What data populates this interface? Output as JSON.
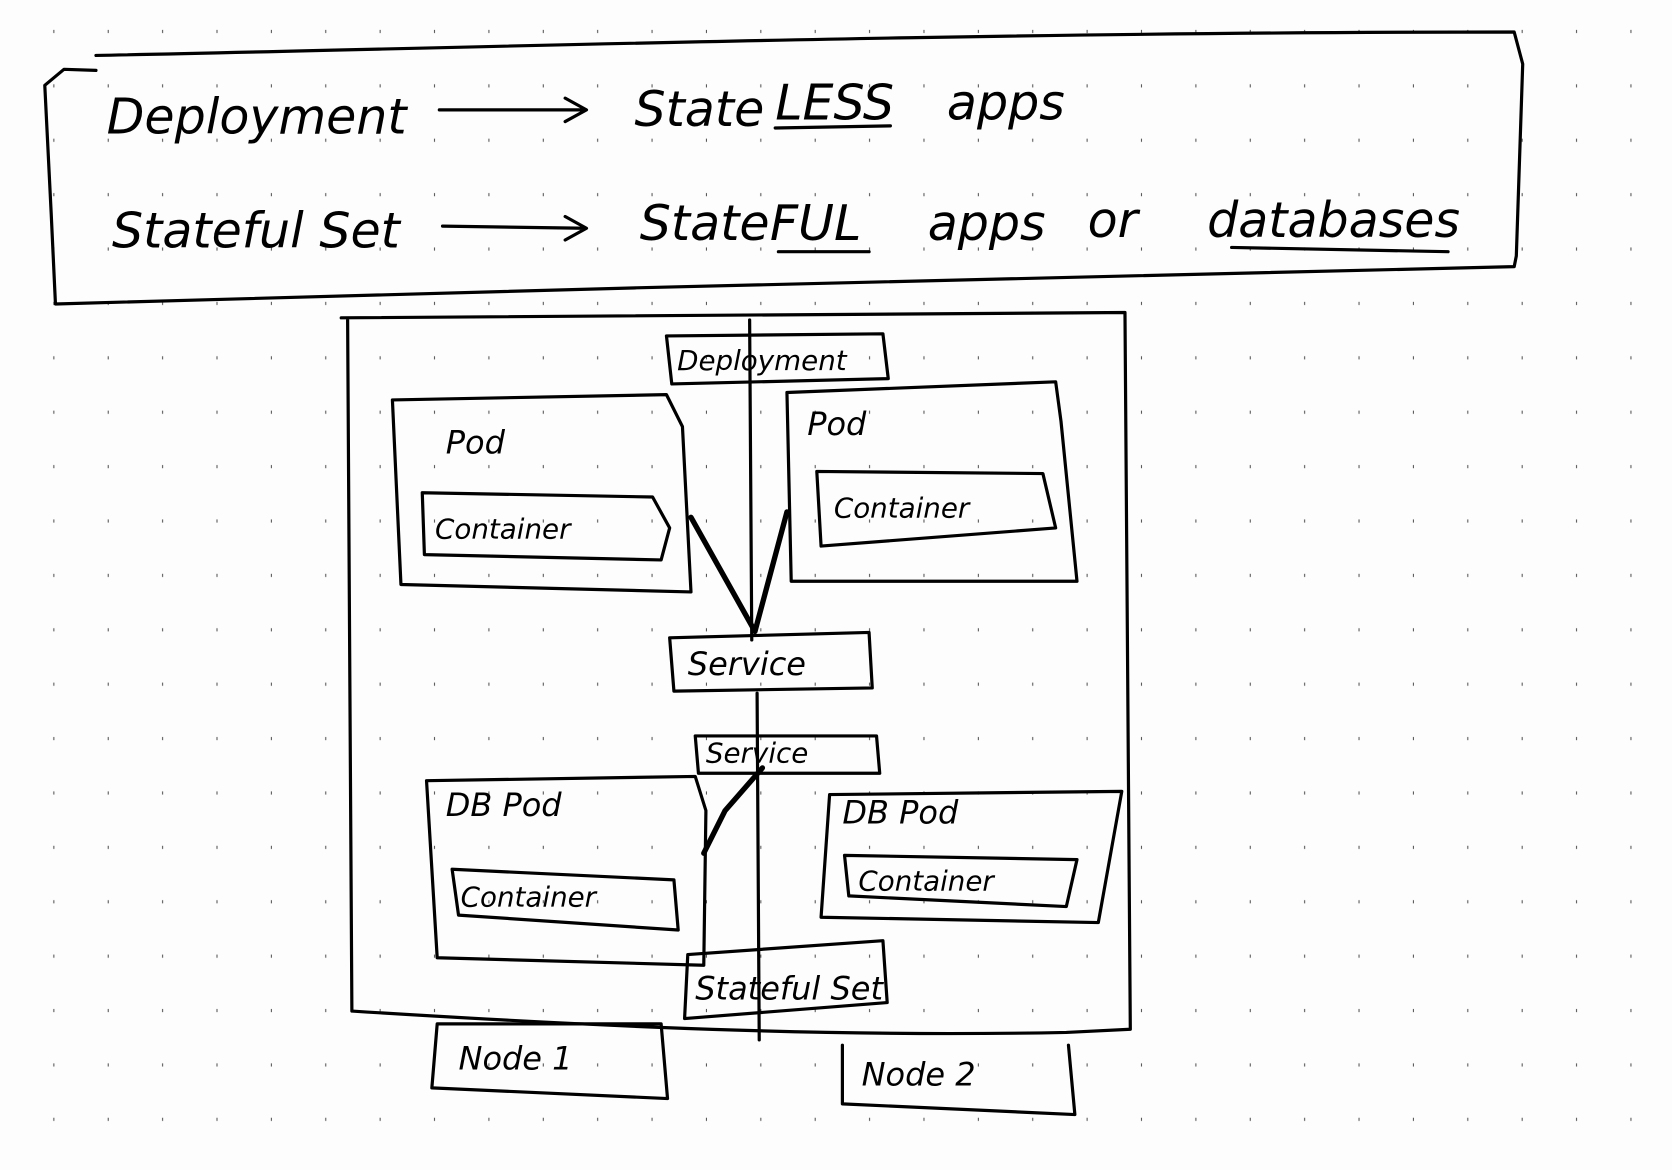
{
  "legend": {
    "rows": [
      {
        "term": "Deployment",
        "prefix": "State",
        "emphasis": "LESS",
        "suffix": "apps"
      },
      {
        "term": "Stateful Set",
        "prefix": "State",
        "emphasis": "FUL",
        "suffix": "apps",
        "or": "or",
        "extra": "databases"
      }
    ]
  },
  "diagram": {
    "deployment": "Deployment",
    "pod_left": "Pod",
    "pod_right": "Pod",
    "container": "Container",
    "service_top": "Service",
    "service_bottom": "Service",
    "db_pod_left": "DB Pod",
    "db_pod_right": "DB Pod",
    "statefulset": "Stateful Set",
    "node1": "Node 1",
    "node2": "Node 2"
  }
}
